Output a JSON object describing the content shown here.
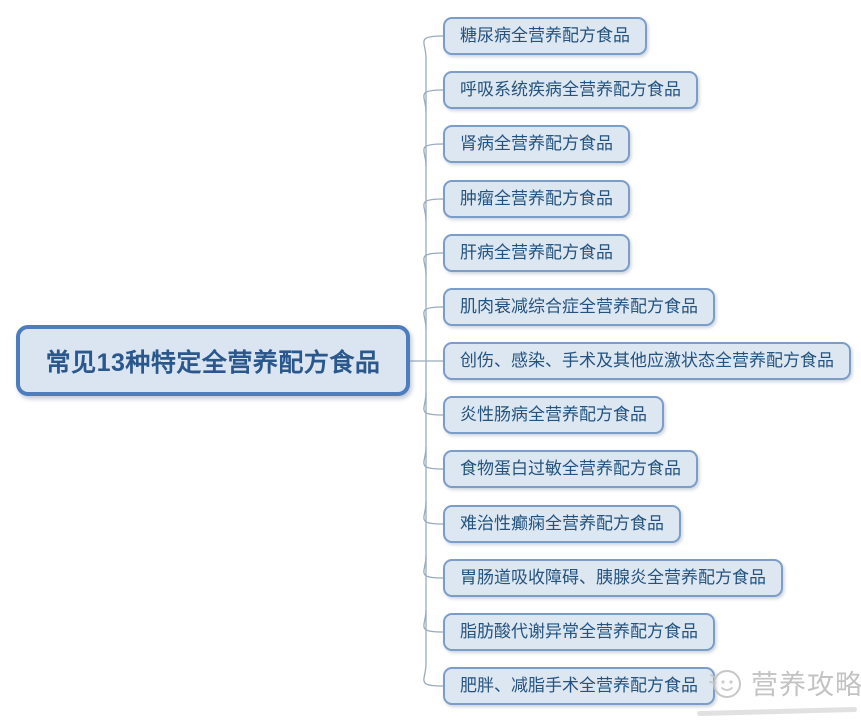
{
  "root": {
    "label": "常见13种特定全营养配方食品"
  },
  "branches": [
    {
      "label": "糖尿病全营养配方食品"
    },
    {
      "label": "呼吸系统疾病全营养配方食品"
    },
    {
      "label": "肾病全营养配方食品"
    },
    {
      "label": "肿瘤全营养配方食品"
    },
    {
      "label": "肝病全营养配方食品"
    },
    {
      "label": "肌肉衰减综合症全营养配方食品"
    },
    {
      "label": "创伤、感染、手术及其他应激状态全营养配方食品"
    },
    {
      "label": "炎性肠病全营养配方食品"
    },
    {
      "label": "食物蛋白过敏全营养配方食品"
    },
    {
      "label": "难治性癫痫全营养配方食品"
    },
    {
      "label": "胃肠道吸收障碍、胰腺炎全营养配方食品"
    },
    {
      "label": "脂肪酸代谢异常全营养配方食品"
    },
    {
      "label": "肥胖、减脂手术全营养配方食品"
    }
  ],
  "watermark": {
    "label": "营养攻略",
    "logo": "mascot-face-icon"
  },
  "colors": {
    "node_fill": "#dde7f2",
    "node_border": "#7c9dc7",
    "node_text": "#24537f",
    "root_fill": "#dbe5f1",
    "root_border": "#4d7dbd",
    "root_text": "#2b588c",
    "connector_line": "#9aabbc",
    "watermark_gray": "#bdbdbd"
  }
}
